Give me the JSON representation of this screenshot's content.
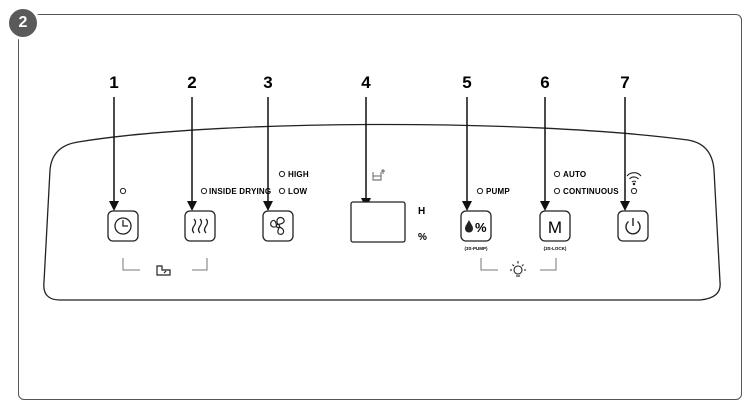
{
  "step": "2",
  "callouts": [
    "1",
    "2",
    "3",
    "4",
    "5",
    "6",
    "7"
  ],
  "labels": {
    "inside_drying": "INSIDE DRYING",
    "high": "HIGH",
    "low": "LOW",
    "pump": "PUMP",
    "auto": "AUTO",
    "continuous": "CONTINUOUS",
    "display_h": "H",
    "display_pct": "%",
    "pump_sub": "(3S-PUMP)",
    "mode_sub": "(3S-LOCK)",
    "mode_letter": "M",
    "pump_symbol": "%"
  },
  "buttons": [
    {
      "name": "timer-button",
      "icon": "clock-icon"
    },
    {
      "name": "inside-drying-button",
      "icon": "heat-waves-icon"
    },
    {
      "name": "fan-speed-button",
      "icon": "fan-icon"
    },
    {
      "name": "pump-button",
      "icon": "water-drop-percent-icon"
    },
    {
      "name": "mode-button",
      "icon": "m-letter-icon"
    },
    {
      "name": "power-button",
      "icon": "power-icon"
    }
  ],
  "colors": {
    "outline": "#222222",
    "frame": "#555555",
    "badge": "#5a5a5a"
  }
}
